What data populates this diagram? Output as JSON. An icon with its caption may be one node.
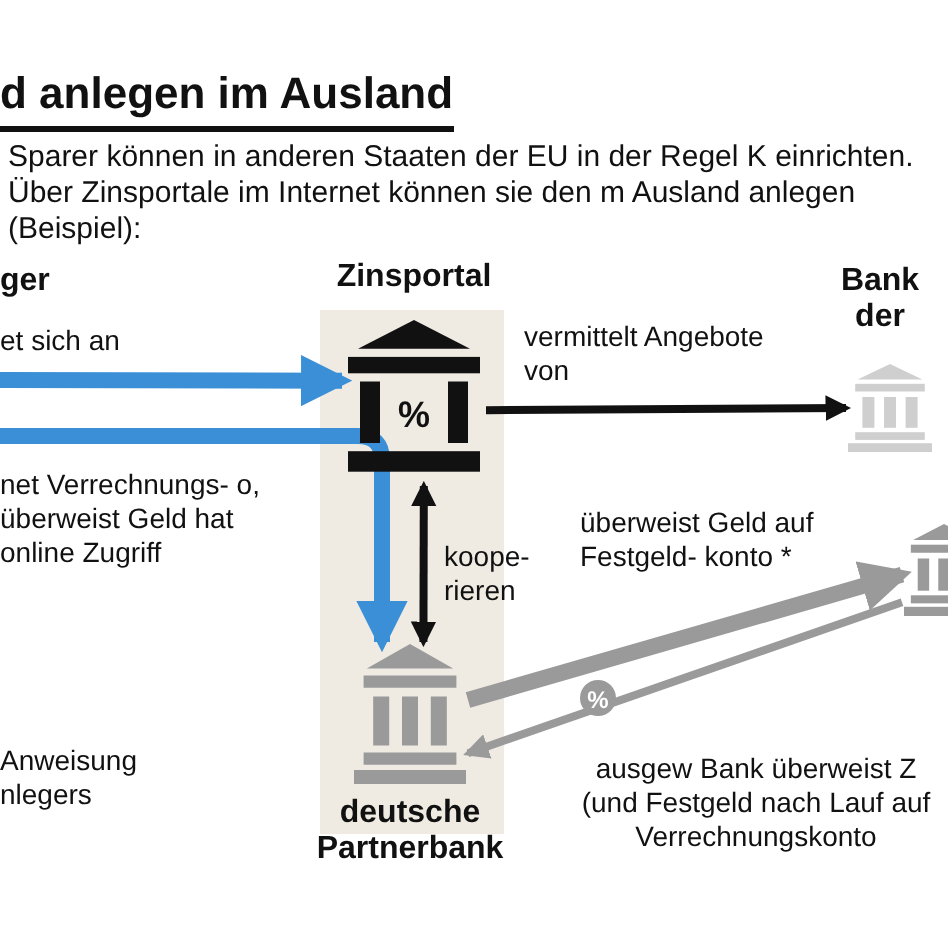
{
  "diagram": {
    "title": "d anlegen im Ausland",
    "nodes": [
      {
        "text": [
          "Zinsportal",
          "%"
        ]
      },
      {
        "text": [
          "deutsche Partnerbank"
        ]
      },
      {
        "text": [
          "Bank der"
        ]
      },
      {
        "text": [],
        "shape": "building"
      }
    ],
    "edges": [
      {
        "from": null,
        "to": 0,
        "arrow": "to",
        "label": "et sich an",
        "style": "thick",
        "color": "#3a8fd6"
      },
      {
        "from": null,
        "to": 1,
        "arrow": "to",
        "label": "net Verrechnungs- o, überweist Geld hat online Zugriff",
        "style": "thick",
        "color": "#3a8fd6"
      },
      {
        "from": 0,
        "to": 2,
        "arrow": "to",
        "label": "vermittelt Angebote von",
        "color": "#111111"
      },
      {
        "from": 0,
        "to": 1,
        "arrow": "both",
        "label": "koope- rieren",
        "color": "#111111"
      },
      {
        "from": 1,
        "to": 3,
        "arrow": "to",
        "label": "überweist Geld auf Festgeld- konto *",
        "style": "thick",
        "color": "#9a9a9a"
      },
      {
        "from": 3,
        "to": 1,
        "arrow": "to",
        "label": "ausgew Bank überweist Z (und Festgeld nach Lauf auf Verrechnungskonto",
        "color": "#9a9a9a"
      }
    ],
    "labels": [
      "Sparer können in anderen Staaten der EU in der Regel K einrichten. Über Zinsportale im Internet können sie den m Ausland anlegen (Beispiel):",
      "ger",
      "Anweisung nlegers",
      "%"
    ]
  }
}
